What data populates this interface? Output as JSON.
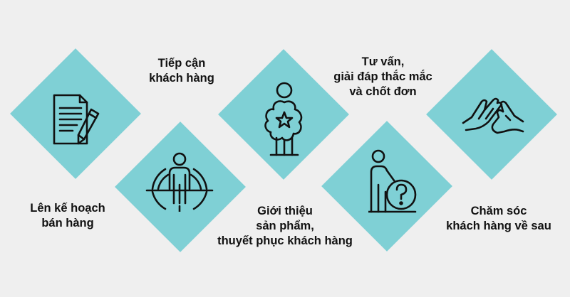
{
  "colors": {
    "background": "#efefef",
    "diamond": "#7fd0d5",
    "icon_stroke": "#111111",
    "text": "#111111"
  },
  "steps": [
    {
      "icon": "document-pencil-icon",
      "label_lines": [
        "Lên kế hoạch",
        "bán hàng"
      ]
    },
    {
      "icon": "target-person-icon",
      "label_lines": [
        "Tiếp cận",
        "khách hàng"
      ]
    },
    {
      "icon": "person-star-icon",
      "label_lines": [
        "Giới thiệu",
        "sản phẩm,",
        "thuyết phục khách hàng"
      ]
    },
    {
      "icon": "person-question-icon",
      "label_lines": [
        "Tư vấn,",
        "giải đáp thắc mắc",
        "và chốt đơn"
      ]
    },
    {
      "icon": "hands-care-icon",
      "label_lines": [
        "Chăm sóc",
        "khách hàng về sau"
      ]
    }
  ]
}
